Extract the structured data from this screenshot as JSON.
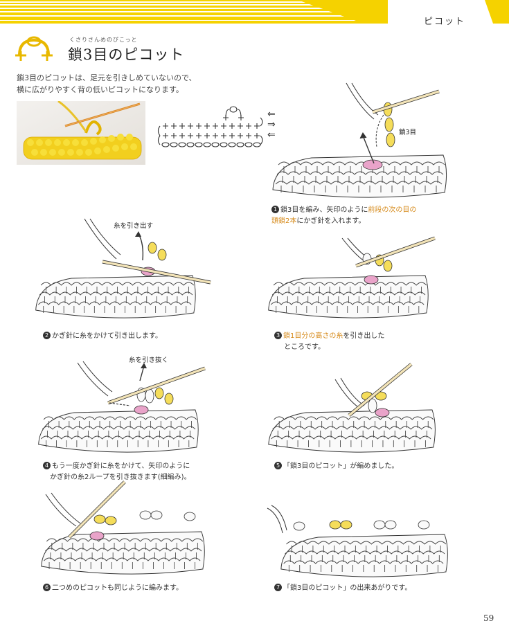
{
  "header": {
    "section": "ピコット",
    "accent_color": "#f5d200"
  },
  "title": {
    "ruby": "くさりさんめのぴこっと",
    "main": "鎖3目のピコット"
  },
  "intro": {
    "line1": "鎖3目のピコットは、足元を引きしめていないので、",
    "line2": "横に広がりやすく背の低いピコットになります。"
  },
  "chart": {
    "arrows": [
      "⇐",
      "⇒",
      "⇐"
    ]
  },
  "steps": [
    {
      "num": "1",
      "pre": "鎖3目を編み、矢印のように",
      "hl1": "前段の次の目の",
      "hl2": "頭鎖2本",
      "post": "にかぎ針を入れます。",
      "callout": "鎖3目"
    },
    {
      "num": "2",
      "text": "かぎ針に糸をかけて引き出します。",
      "callout": "糸を引き出す"
    },
    {
      "num": "3",
      "pre": "",
      "hl1": "鎖1目分の高さの糸",
      "post1": "を引き出した",
      "line2": "ところです。"
    },
    {
      "num": "4",
      "line1": "もう一度かぎ針に糸をかけて、矢印のように",
      "line2": "かぎ針の糸2ループを引き抜きます(細編み)。",
      "callout": "糸を引き抜く"
    },
    {
      "num": "5",
      "text": "「鎖3目のピコット」が編めました。"
    },
    {
      "num": "6",
      "text": "二つめのピコットも同じように編みます。"
    },
    {
      "num": "7",
      "text": "「鎖3目のピコット」の出来あがりです。"
    }
  ],
  "page_number": "59"
}
